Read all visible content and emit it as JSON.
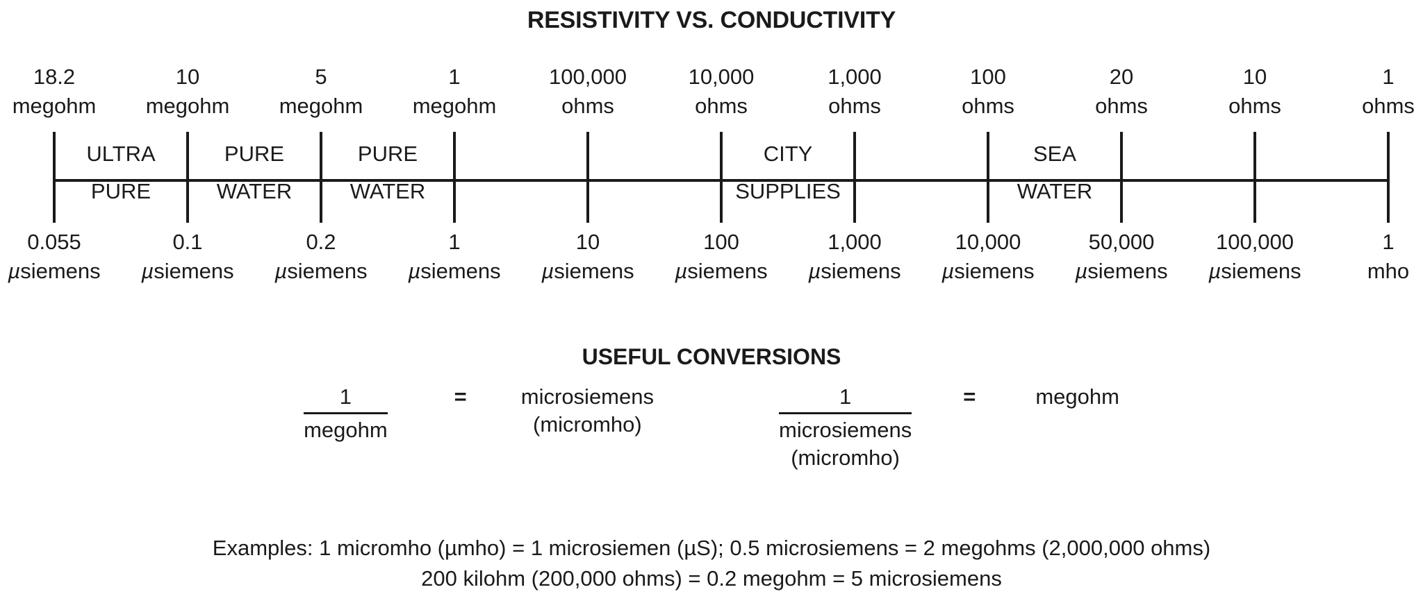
{
  "title": "RESISTIVITY VS. CONDUCTIVITY",
  "chart_data": {
    "type": "table",
    "title": "RESISTIVITY VS. CONDUCTIVITY",
    "xlabel": "",
    "ylabel": "",
    "description": "Dual linear scale relating water resistivity (ohms) to conductivity (microsiemens) with water-quality bands",
    "grid": false,
    "legend": "none",
    "tick_count": 11,
    "resistivity": {
      "unit_top": "ohms / megohm",
      "values": [
        "18.2",
        "10",
        "5",
        "1",
        "100,000",
        "10,000",
        "1,000",
        "100",
        "20",
        "10",
        "1"
      ],
      "units": [
        "megohm",
        "megohm",
        "megohm",
        "megohm",
        "ohms",
        "ohms",
        "ohms",
        "ohms",
        "ohms",
        "ohms",
        "ohms"
      ]
    },
    "conductivity": {
      "unit_bottom": "µsiemens / mho",
      "values": [
        "0.055",
        "0.1",
        "0.2",
        "1",
        "10",
        "100",
        "1,000",
        "10,000",
        "50,000",
        "100,000",
        "1"
      ],
      "units": [
        "µsiemens",
        "µsiemens",
        "µsiemens",
        "µsiemens",
        "µsiemens",
        "µsiemens",
        "µsiemens",
        "µsiemens",
        "µsiemens",
        "µsiemens",
        "mho"
      ]
    },
    "bands": [
      {
        "upper": "ULTRA",
        "lower": "PURE",
        "from_tick": 0,
        "to_tick": 1
      },
      {
        "upper": "PURE",
        "lower": "WATER",
        "from_tick": 1,
        "to_tick": 2
      },
      {
        "upper": "PURE",
        "lower": "WATER",
        "from_tick": 2,
        "to_tick": 3
      },
      {
        "upper": "CITY",
        "lower": "SUPPLIES",
        "from_tick": 5,
        "to_tick": 6
      },
      {
        "upper": "SEA",
        "lower": "WATER",
        "from_tick": 7,
        "to_tick": 8
      }
    ]
  },
  "scale": {
    "top_labels": [
      {
        "value": "18.2",
        "unit": "megohm"
      },
      {
        "value": "10",
        "unit": "megohm"
      },
      {
        "value": "5",
        "unit": "megohm"
      },
      {
        "value": "1",
        "unit": "megohm"
      },
      {
        "value": "100,000",
        "unit": "ohms"
      },
      {
        "value": "10,000",
        "unit": "ohms"
      },
      {
        "value": "1,000",
        "unit": "ohms"
      },
      {
        "value": "100",
        "unit": "ohms"
      },
      {
        "value": "20",
        "unit": "ohms"
      },
      {
        "value": "10",
        "unit": "ohms"
      },
      {
        "value": "1",
        "unit": "ohms"
      }
    ],
    "bottom_labels": [
      {
        "value": "0.055",
        "unit": "µsiemens"
      },
      {
        "value": "0.1",
        "unit": "µsiemens"
      },
      {
        "value": "0.2",
        "unit": "µsiemens"
      },
      {
        "value": "1",
        "unit": "µsiemens"
      },
      {
        "value": "10",
        "unit": "µsiemens"
      },
      {
        "value": "100",
        "unit": "µsiemens"
      },
      {
        "value": "1,000",
        "unit": "µsiemens"
      },
      {
        "value": "10,000",
        "unit": "µsiemens"
      },
      {
        "value": "50,000",
        "unit": "µsiemens"
      },
      {
        "value": "100,000",
        "unit": "µsiemens"
      },
      {
        "value": "1",
        "unit": "mho"
      }
    ],
    "bands": [
      {
        "upper": "ULTRA",
        "lower": "PURE"
      },
      {
        "upper": "PURE",
        "lower": "WATER"
      },
      {
        "upper": "PURE",
        "lower": "WATER"
      },
      {
        "upper": "CITY",
        "lower": "SUPPLIES"
      },
      {
        "upper": "SEA",
        "lower": "WATER"
      }
    ]
  },
  "conversions": {
    "heading": "USEFUL CONVERSIONS",
    "items": [
      {
        "numerator": "1",
        "denominator_line1": "megohm",
        "denominator_line2": "",
        "operator": "=",
        "result_line1": "microsiemens",
        "result_line2": "(micromho)"
      },
      {
        "numerator": "1",
        "denominator_line1": "microsiemens",
        "denominator_line2": "(micromho)",
        "operator": "=",
        "result_line1": "megohm",
        "result_line2": ""
      }
    ]
  },
  "examples": {
    "line1": "Examples: 1 micromho (µmho) = 1 microsiemen (µS); 0.5 microsiemens = 2 megohms (2,000,000 ohms)",
    "line2": "200 kilohm (200,000 ohms) = 0.2 megohm = 5 microsiemens"
  },
  "colors": {
    "ink": "#1a1a1a",
    "background": "#ffffff"
  }
}
